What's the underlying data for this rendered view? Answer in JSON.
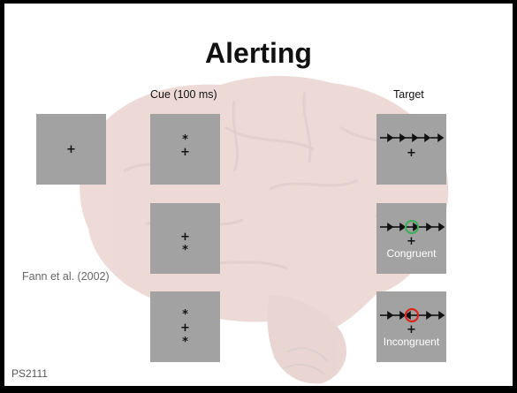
{
  "slide": {
    "title": "Alerting",
    "cue_header": "Cue (100 ms)",
    "target_header": "Target",
    "reference": "Fann et al. (2002)",
    "course_code": "PS2111"
  },
  "symbols": {
    "fixation": "+",
    "cue": "*"
  },
  "targets": {
    "congruent_label": "Congruent",
    "incongruent_label": "Incongruent",
    "congruent_ring_color": "#3fae5a",
    "incongruent_ring_color": "#d9261c"
  },
  "colors": {
    "panel": "#a2a2a2",
    "background": "#ffffff",
    "frame": "#000000"
  }
}
